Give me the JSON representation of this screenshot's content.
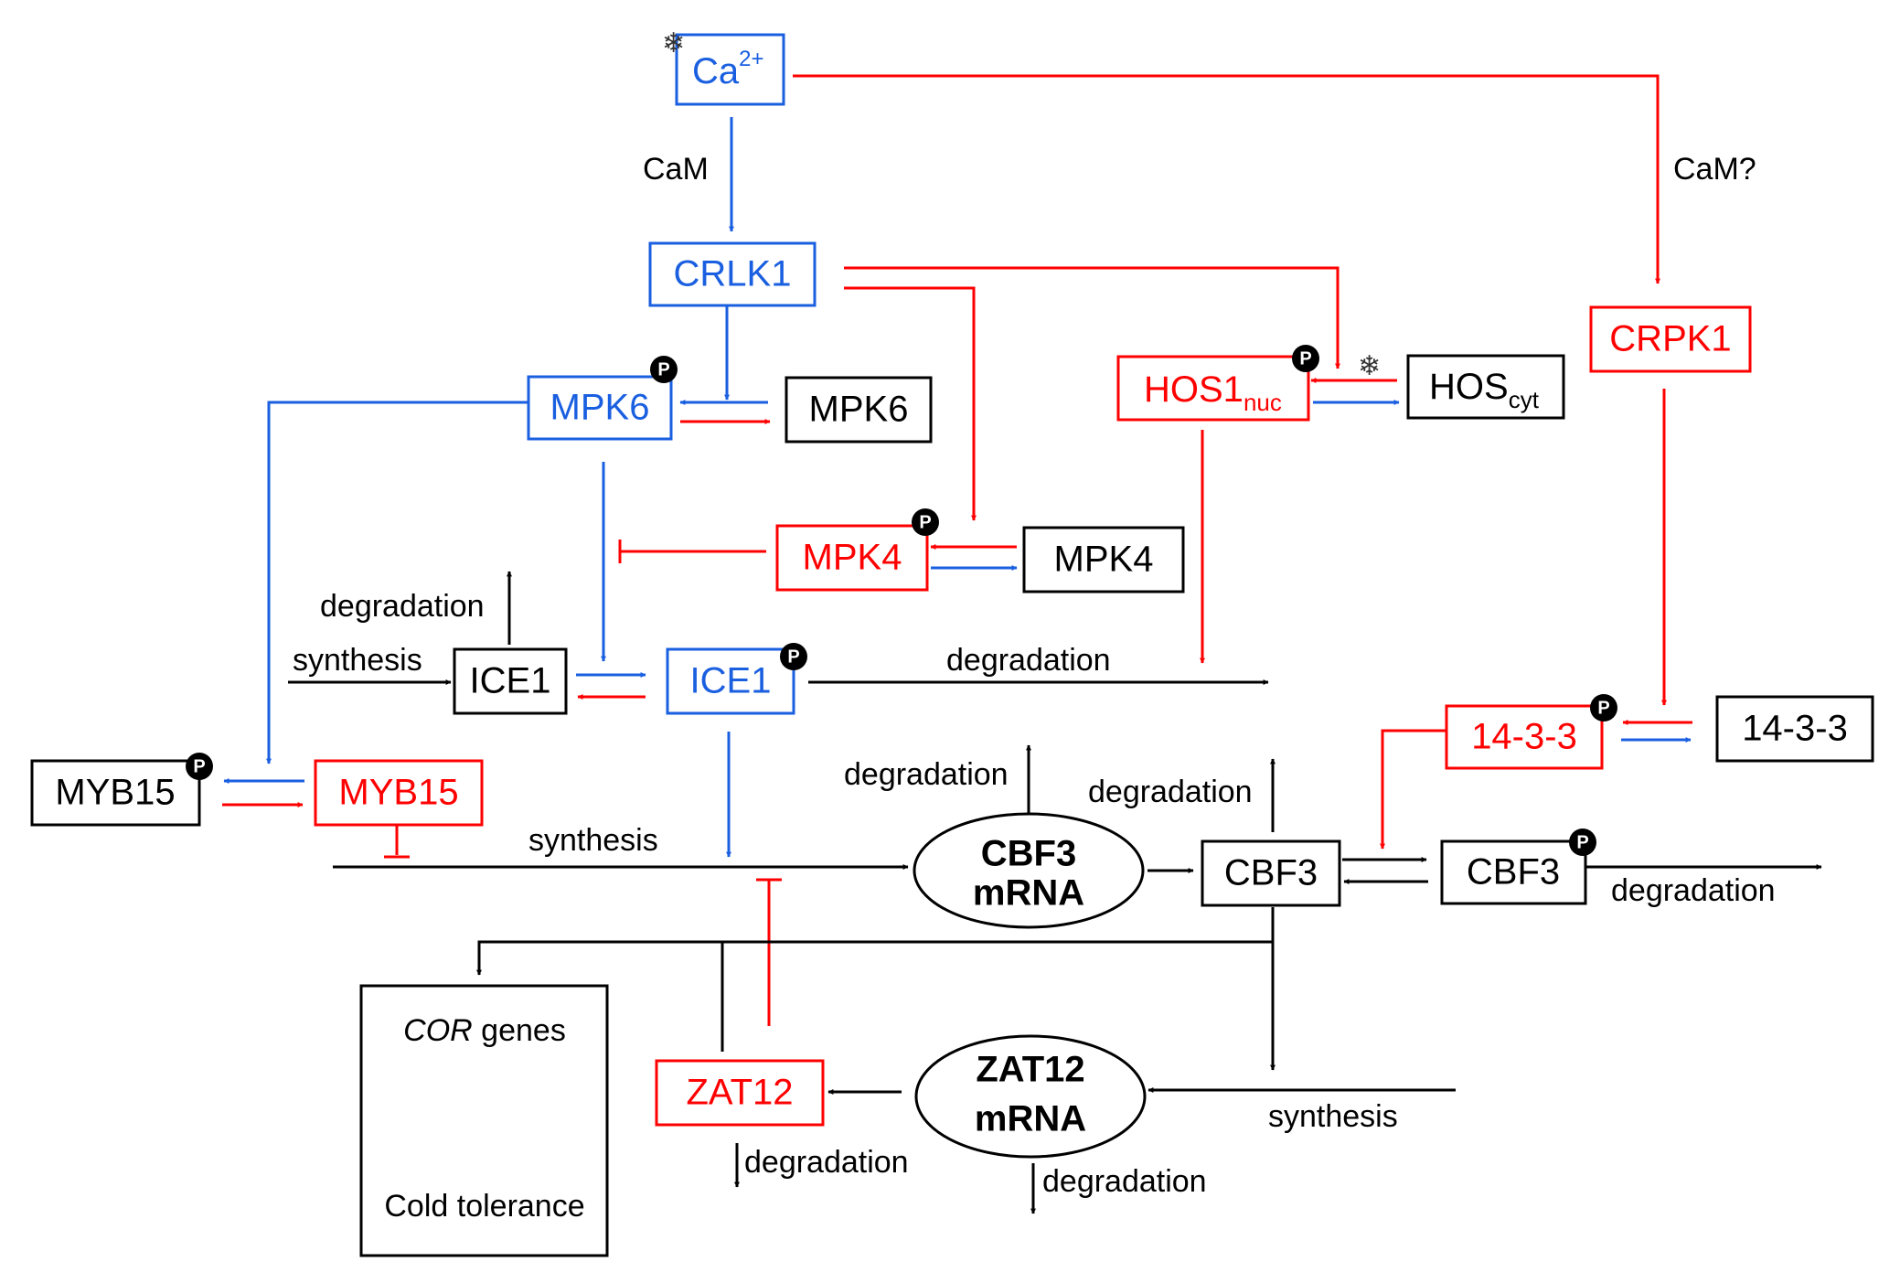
{
  "colors": {
    "black": "#000000",
    "red": "#ff0000",
    "blue": "#1a5fe0"
  },
  "nodes": {
    "ca": {
      "base": "Ca",
      "sup": "2+"
    },
    "crlk1": "CRLK1",
    "crpk1": "CRPK1",
    "mpk6_p": "MPK6",
    "mpk6": "MPK6",
    "hos1_nuc": {
      "base": "HOS1",
      "sub": "nuc"
    },
    "hos_cyt": {
      "base": "HOS",
      "sub": "cyt"
    },
    "mpk4_p": "MPK4",
    "mpk4": "MPK4",
    "ice1": "ICE1",
    "ice1_p": "ICE1",
    "myb15": "MYB15",
    "myb15_p": "MYB15",
    "p1433_p": "14-3-3",
    "p1433": "14-3-3",
    "cbf3_mrna": {
      "line1": "CBF3",
      "line2": "mRNA"
    },
    "cbf3": "CBF3",
    "cbf3_p": "CBF3",
    "zat12_mrna": {
      "line1": "ZAT12",
      "line2": "mRNA"
    },
    "zat12": "ZAT12",
    "cor_box": {
      "italic": "COR",
      "rest": " genes",
      "tolerance": "Cold tolerance"
    }
  },
  "labels": {
    "cam": "CaM",
    "cam_q": "CaM?",
    "degradation": "degradation",
    "synthesis": "synthesis",
    "phospho": "P",
    "cold": "❄"
  }
}
